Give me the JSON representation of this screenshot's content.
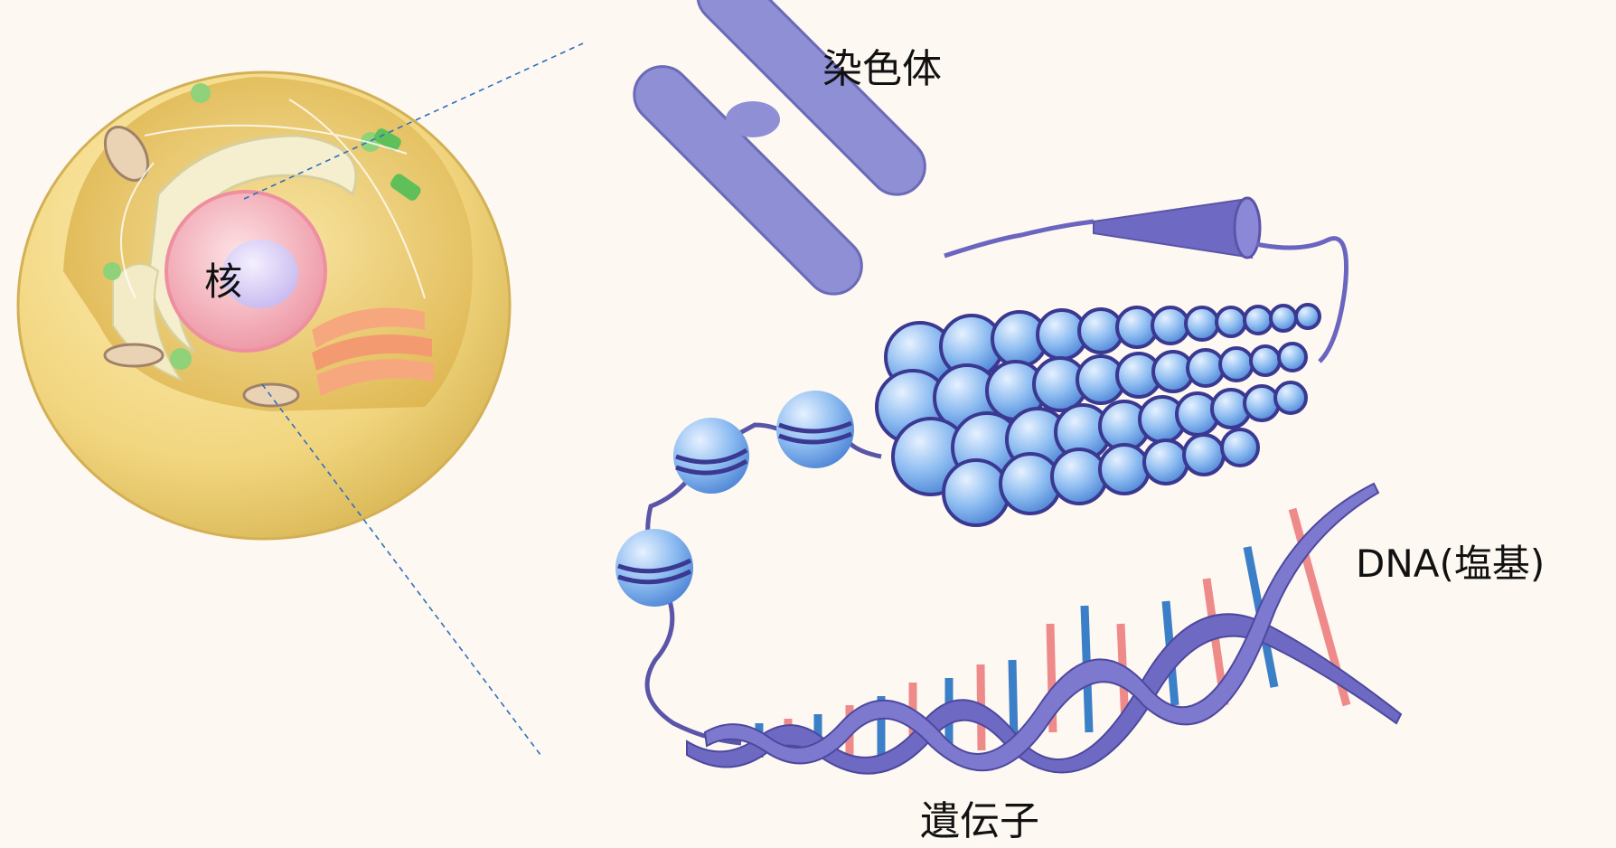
{
  "labels": {
    "chromosome": "染色体",
    "nucleus": "核",
    "dna_bases": "DNA(塩基)",
    "gene": "遺伝子"
  },
  "colors": {
    "background": "#fdf8f1",
    "cell_shell": "#f1d57e",
    "cell_interior": "#e9c45f",
    "nucleus": "#f6b6c0",
    "nucleolus": "#cfc4f2",
    "chromosome": "#8f8fd6",
    "nucleosome": "#7fb2ee",
    "dna_backbone": "#5a55a8",
    "base_red": "#ef8a8a",
    "base_blue": "#3a7fc8",
    "guide_line": "#2f6fc1"
  }
}
